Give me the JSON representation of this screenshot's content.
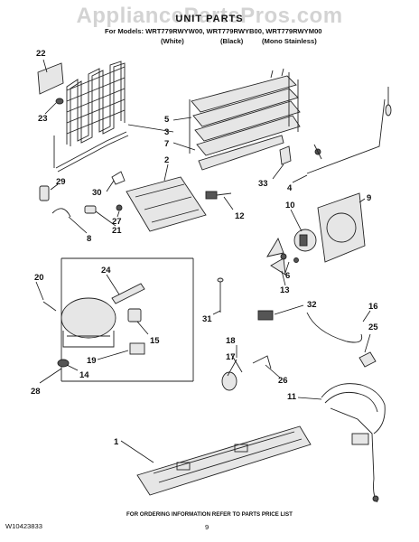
{
  "watermark": "AppliancePartsPros.com",
  "title": "UNIT PARTS",
  "models_line": "For Models: WRT779RWYW00, WRT779RWYB00, WRT779RWYM00",
  "variants": [
    "(White)",
    "(Black)",
    "(Mono Stainless)"
  ],
  "footer_note": "FOR ORDERING INFORMATION REFER TO PARTS PRICE LIST",
  "doc_number": "W10423833",
  "page_number": "9",
  "callouts": [
    "1",
    "2",
    "3",
    "4",
    "5",
    "6",
    "7",
    "8",
    "9",
    "10",
    "11",
    "12",
    "13",
    "14",
    "15",
    "16",
    "17",
    "18",
    "19",
    "20",
    "21",
    "22",
    "23",
    "24",
    "25",
    "26",
    "27",
    "28",
    "29",
    "30",
    "31",
    "32",
    "33"
  ]
}
